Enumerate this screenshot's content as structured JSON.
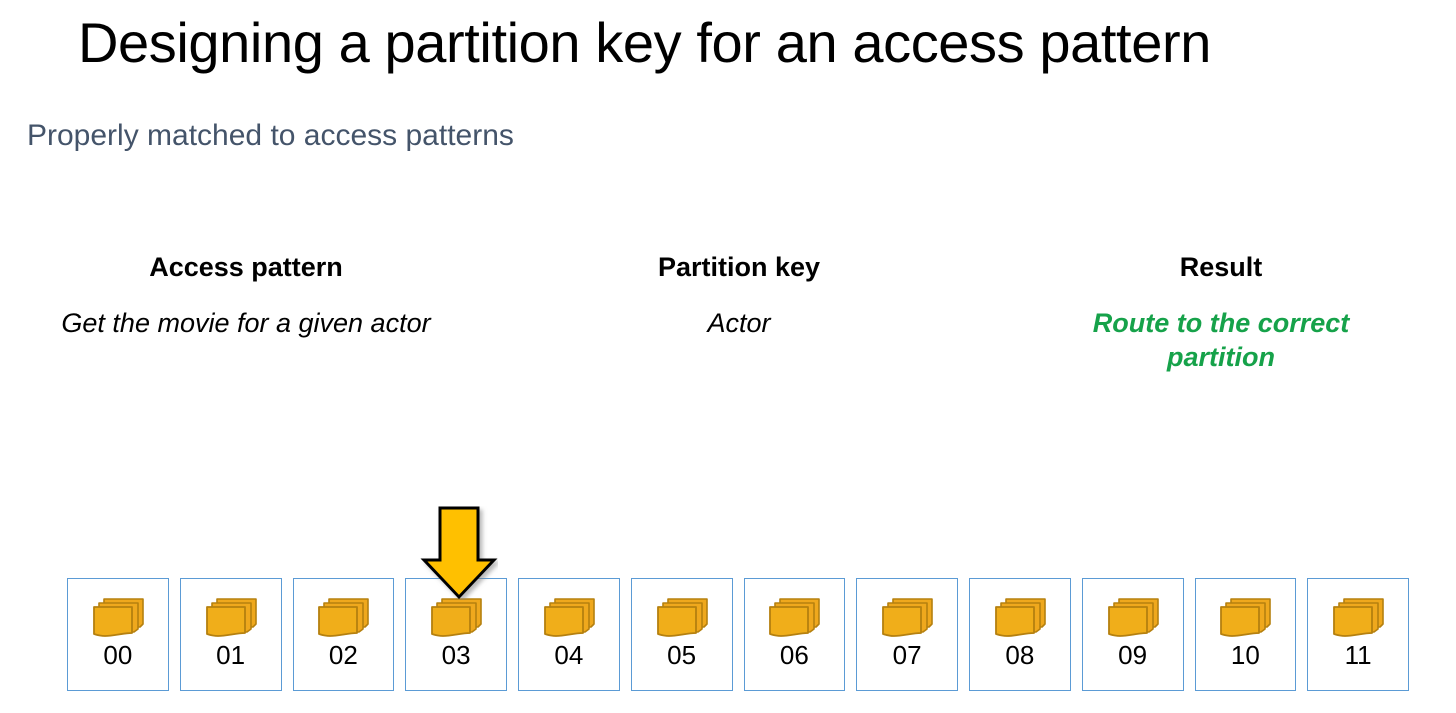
{
  "slide": {
    "title": "Designing a partition key for an access pattern",
    "subtitle": "Properly matched to access patterns",
    "subtitle_color": "#44546A",
    "accent_color": "#16A24A",
    "partition_border_color": "#5B9BD5",
    "icon_color": "#EFA81D",
    "arrow_color": "#FFC000"
  },
  "columns": [
    {
      "heading": "Access pattern",
      "body": "Get the movie for a given actor"
    },
    {
      "heading": "Partition key",
      "body": "Actor"
    },
    {
      "heading": "Result",
      "body": "Route to the correct partition"
    }
  ],
  "partitions": [
    {
      "label": "00",
      "highlighted": false
    },
    {
      "label": "01",
      "highlighted": false
    },
    {
      "label": "02",
      "highlighted": false
    },
    {
      "label": "03",
      "highlighted": true
    },
    {
      "label": "04",
      "highlighted": false
    },
    {
      "label": "05",
      "highlighted": false
    },
    {
      "label": "06",
      "highlighted": false
    },
    {
      "label": "07",
      "highlighted": false
    },
    {
      "label": "08",
      "highlighted": false
    },
    {
      "label": "09",
      "highlighted": false
    },
    {
      "label": "10",
      "highlighted": false
    },
    {
      "label": "11",
      "highlighted": false
    }
  ],
  "arrow": {
    "target_partition": "03",
    "direction": "down"
  }
}
